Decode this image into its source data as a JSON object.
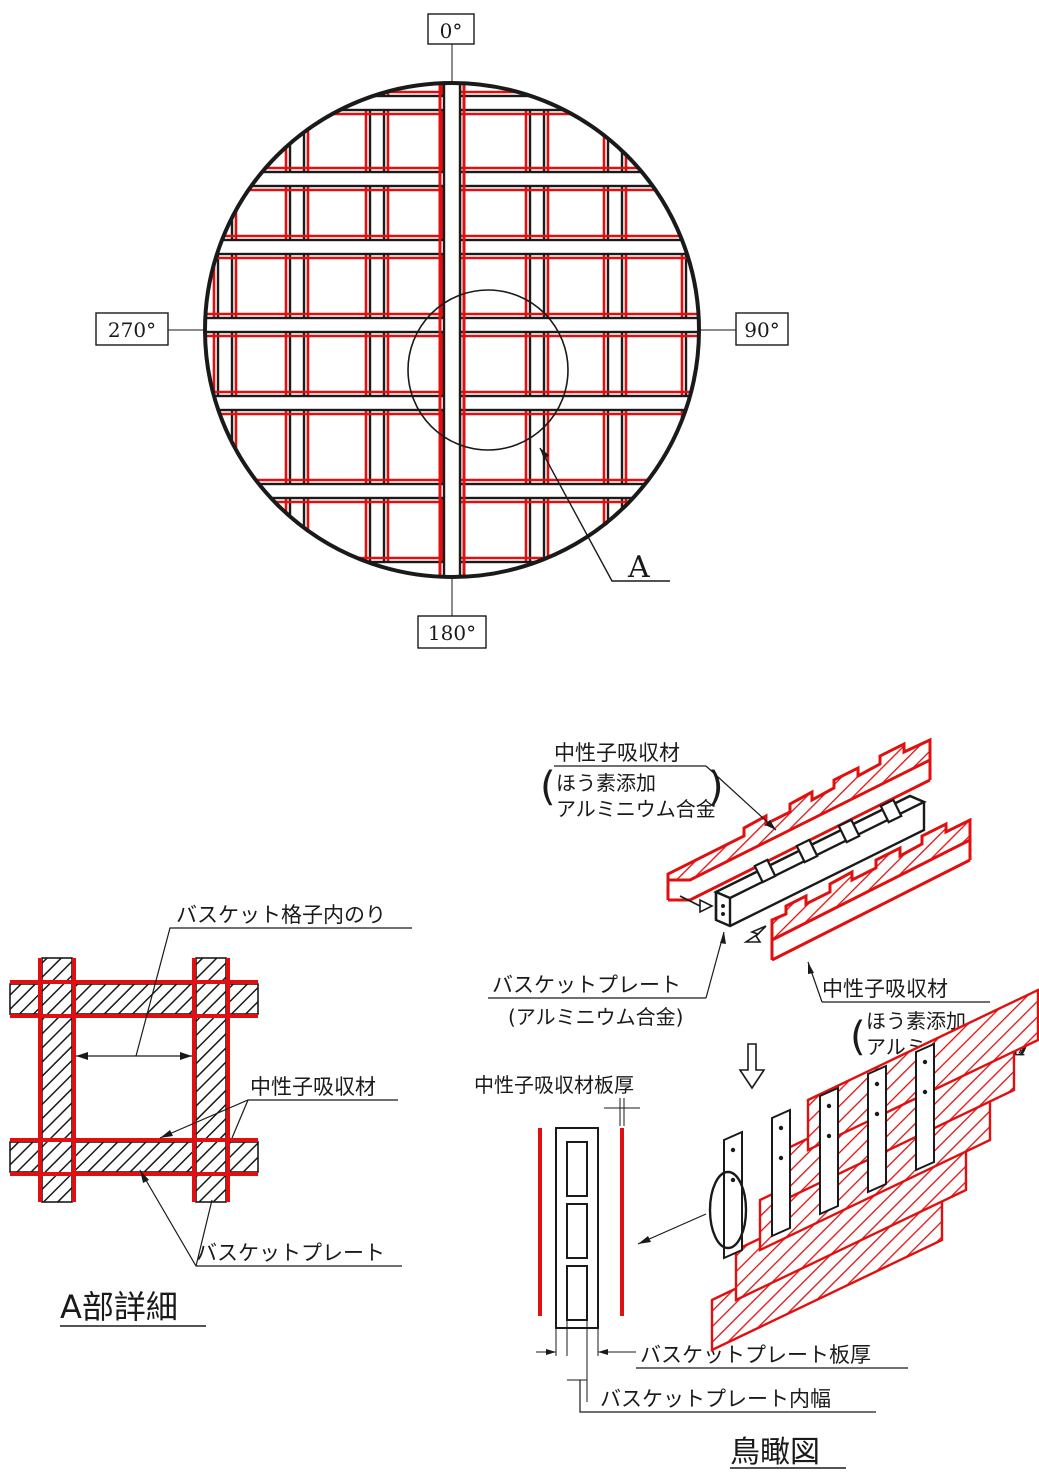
{
  "colors": {
    "red": "#e01010",
    "black": "#1a1a1a",
    "background": "#ffffff"
  },
  "plan_view": {
    "angle_labels": {
      "top": "0°",
      "right": "90°",
      "bottom": "180°",
      "left": "270°"
    },
    "detail_marker": "A"
  },
  "detail_a": {
    "title": "A部詳細",
    "inner_width_label": "バスケット格子内のり",
    "absorber_label": "中性子吸収材",
    "plate_label": "バスケットプレート"
  },
  "birdseye": {
    "title": "鳥瞰図",
    "absorber_top": {
      "name": "中性子吸収材",
      "paren_line1": "ほう素添加",
      "paren_line2": "アルミニウム合金"
    },
    "absorber_right": {
      "name": "中性子吸収材",
      "paren_line1": "ほう素添加",
      "paren_line2": "アルミニウム合金"
    },
    "plate": {
      "name": "バスケットプレート",
      "paren": "(アルミニウム合金)"
    },
    "absorber_thickness_label": "中性子吸収材板厚",
    "plate_thickness_label": "バスケットプレート板厚",
    "plate_inner_width_label": "バスケットプレート内幅"
  }
}
